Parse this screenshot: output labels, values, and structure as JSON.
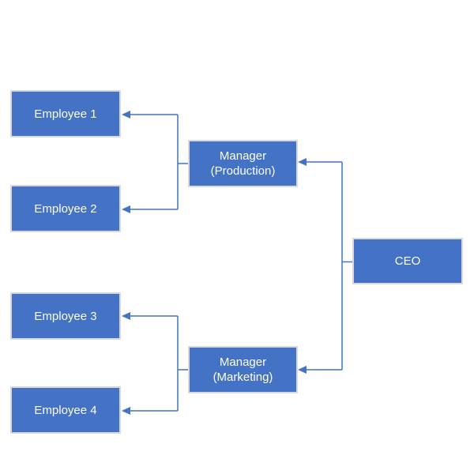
{
  "diagram": {
    "type": "org-chart",
    "flow_direction": "right-to-left",
    "colors": {
      "node_fill": "#4472C4",
      "node_border": "#D9D9D9",
      "connector": "#4472C4",
      "text": "#FFFFFF",
      "background": "#FFFFFF"
    },
    "nodes": {
      "ceo": {
        "label": "CEO"
      },
      "manager_production": {
        "line1": "Manager",
        "line2": "(Production)"
      },
      "manager_marketing": {
        "line1": "Manager",
        "line2": "(Marketing)"
      },
      "employee1": {
        "label": "Employee 1"
      },
      "employee2": {
        "label": "Employee 2"
      },
      "employee3": {
        "label": "Employee 3"
      },
      "employee4": {
        "label": "Employee 4"
      }
    },
    "edges": [
      {
        "from": "CEO",
        "to": "Manager (Production)"
      },
      {
        "from": "CEO",
        "to": "Manager (Marketing)"
      },
      {
        "from": "Manager (Production)",
        "to": "Employee 1"
      },
      {
        "from": "Manager (Production)",
        "to": "Employee 2"
      },
      {
        "from": "Manager (Marketing)",
        "to": "Employee 3"
      },
      {
        "from": "Manager (Marketing)",
        "to": "Employee 4"
      }
    ]
  }
}
